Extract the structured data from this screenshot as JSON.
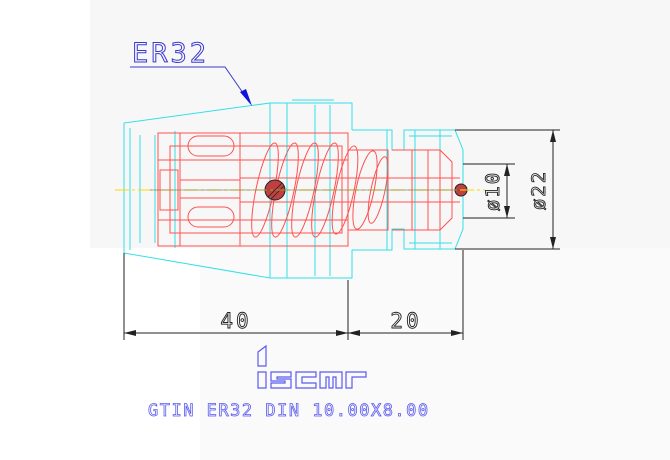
{
  "drawing": {
    "callout_label": "ER32",
    "dim_length_left": "40",
    "dim_length_right": "20",
    "dim_diameter_inner": "ø10",
    "dim_diameter_outer": "ø22",
    "caption": "GTIN ER32 DIN 10.00X8.00",
    "logo_text": "iscar"
  },
  "colors": {
    "background": "#ffffff",
    "panel": "#f7f7f7",
    "outline_cyan": "#33e0e8",
    "internal_red": "#ff5050",
    "dimension_dark": "#222222",
    "label_blue": "#3a3ad0",
    "arrow_blue": "#1010e0",
    "centerline_yellow": "#ffd800",
    "logo_blue": "#5a5af0"
  }
}
